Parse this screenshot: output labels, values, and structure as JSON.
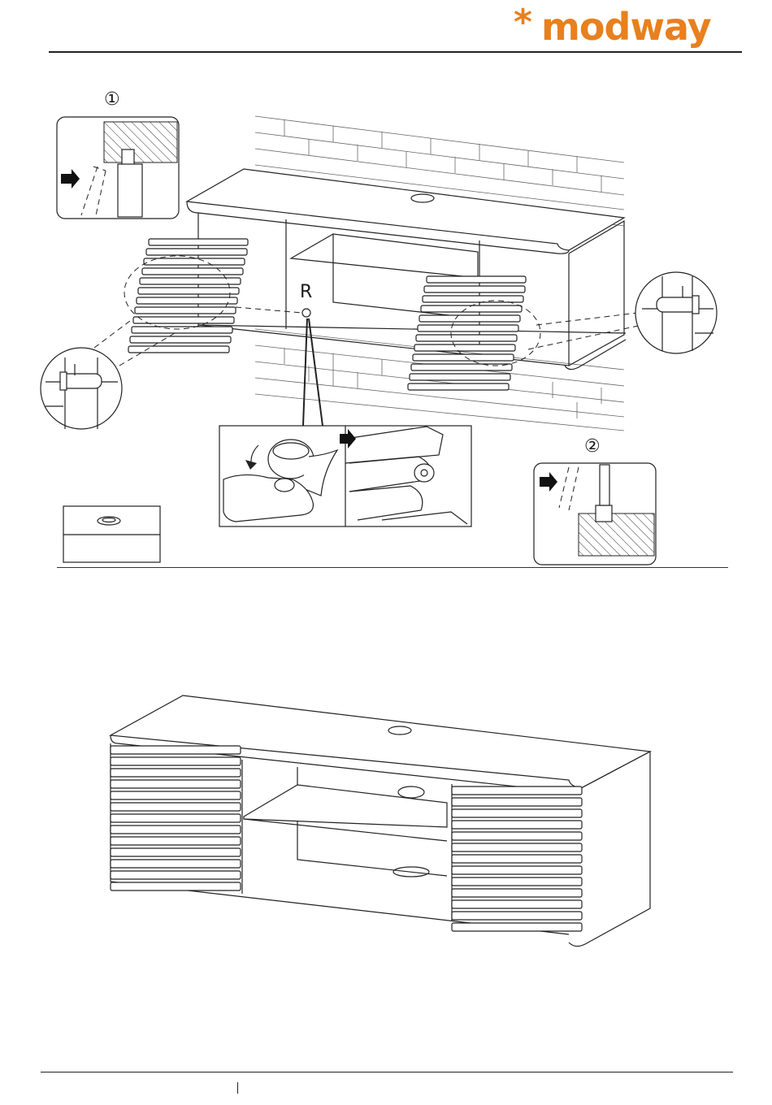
{
  "brand": {
    "asterisk": "*",
    "name": "modway",
    "color": "#e8801e"
  },
  "steps": {
    "step1": "①",
    "step2": "②"
  },
  "part_label": "R",
  "icons": {
    "push_arrow": "right-arrow-icon",
    "rotate_arrow": "curved-arrow-icon"
  }
}
